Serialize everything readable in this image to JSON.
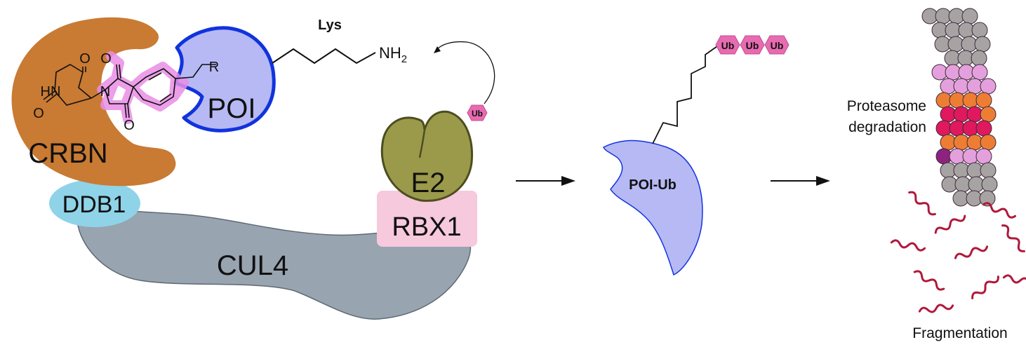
{
  "complex": {
    "crbn_label": "CRBN",
    "ddb1_label": "DDB1",
    "cul4_label": "CUL4",
    "rbx1_label": "RBX1",
    "e2_label": "E2",
    "poi_label": "POI",
    "lys_label": "Lys",
    "nh2_label": "NH",
    "nh2_sub": "2",
    "r_label": "R",
    "ub_label": "Ub",
    "atoms": {
      "o": "O",
      "n": "N",
      "hn": "HN"
    }
  },
  "product": {
    "poi_ub_label": "POI-Ub",
    "ub_chain": [
      "Ub",
      "Ub",
      "Ub"
    ]
  },
  "degradation": {
    "proteasome_label_line1": "Proteasome",
    "proteasome_label_line2": "degradation",
    "fragmentation_label": "Fragmentation"
  },
  "colors": {
    "crbn": "#c97a33",
    "ddb1": "#8fd3e8",
    "cul4": "#98a4b0",
    "rbx1": "#f6c9dc",
    "e2": "#9a9a4a",
    "poi": "#b7b9f5",
    "poi_outline": "#1133dd",
    "ligand": "#e98ee6",
    "ub": "#e76bb0",
    "fragment": "#b0183a",
    "proteasome_grey": "#a7a3a3",
    "proteasome_pink": "#e4a0dc",
    "proteasome_orange": "#ee7d34",
    "proteasome_magenta": "#e0185e",
    "proteasome_purple": "#8e2280"
  }
}
